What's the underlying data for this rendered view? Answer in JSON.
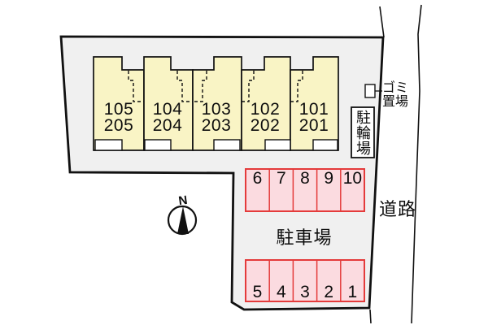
{
  "building": {
    "units": [
      {
        "label_upper": "105",
        "label_lower": "205"
      },
      {
        "label_upper": "104",
        "label_lower": "204"
      },
      {
        "label_upper": "103",
        "label_lower": "203"
      },
      {
        "label_upper": "102",
        "label_lower": "202"
      },
      {
        "label_upper": "101",
        "label_lower": "201"
      }
    ]
  },
  "parking_lot": {
    "label": "駐車場",
    "top_row_stalls": [
      "6",
      "7",
      "8",
      "9",
      "10"
    ],
    "bottom_row_stalls": [
      "5",
      "4",
      "3",
      "2",
      "1"
    ]
  },
  "bicycle_parking": {
    "label": "駐輪場"
  },
  "garbage_area": {
    "label_line1": "ゴミ",
    "label_line2": "置場"
  },
  "road": {
    "label": "道路"
  },
  "compass": {
    "label": "N"
  },
  "colors": {
    "site_fill": "#f0f0f0",
    "building_fill": "#f9f4c5",
    "stall_fill": "#fbdbe0",
    "stall_border": "#e43b3b",
    "outline": "#111111",
    "background": "#ffffff"
  }
}
